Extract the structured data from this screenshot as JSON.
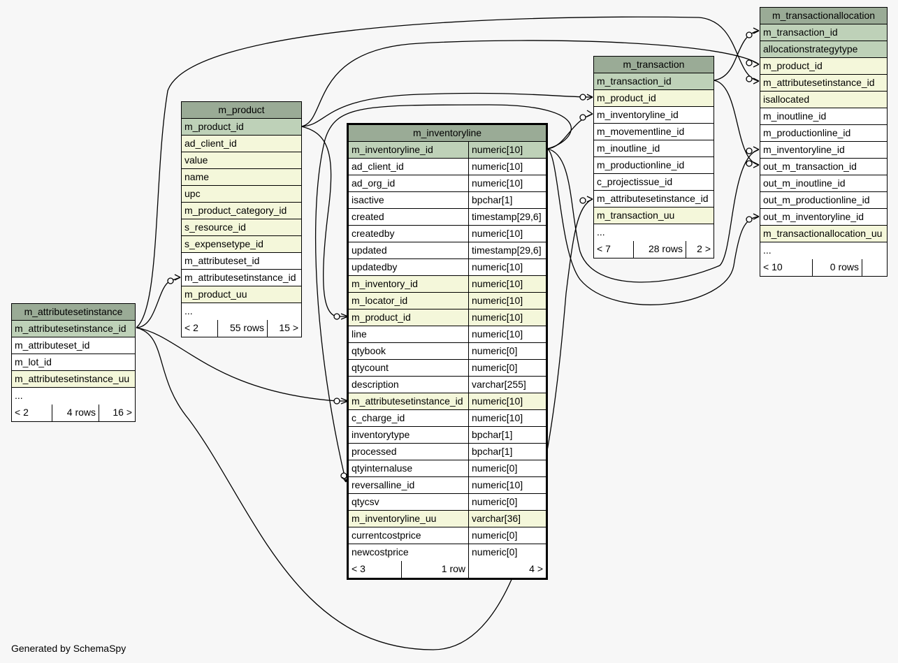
{
  "generated_by": "Generated by SchemaSpy",
  "colors": {
    "title": "#9aab96",
    "primary_key": "#bed1b8",
    "foreign_key": "#f4f7da",
    "background": "#f7f7f7"
  },
  "tables": {
    "m_attributesetinstance": {
      "title": "m_attributesetinstance",
      "columns": [
        {
          "name": "m_attributesetinstance_id",
          "kind": "pk"
        },
        {
          "name": "m_attributeset_id",
          "kind": "plain"
        },
        {
          "name": "m_lot_id",
          "kind": "plain"
        },
        {
          "name": "m_attributesetinstance_uu",
          "kind": "fk"
        },
        {
          "name": "...",
          "kind": "plain"
        }
      ],
      "footer": {
        "parents": "< 2",
        "rows": "4 rows",
        "children": "16 >"
      }
    },
    "m_product": {
      "title": "m_product",
      "columns": [
        {
          "name": "m_product_id",
          "kind": "pk"
        },
        {
          "name": "ad_client_id",
          "kind": "fk"
        },
        {
          "name": "value",
          "kind": "fk"
        },
        {
          "name": "name",
          "kind": "fk"
        },
        {
          "name": "upc",
          "kind": "fk"
        },
        {
          "name": "m_product_category_id",
          "kind": "fk"
        },
        {
          "name": "s_resource_id",
          "kind": "fk"
        },
        {
          "name": "s_expensetype_id",
          "kind": "fk"
        },
        {
          "name": "m_attributeset_id",
          "kind": "plain"
        },
        {
          "name": "m_attributesetinstance_id",
          "kind": "plain"
        },
        {
          "name": "m_product_uu",
          "kind": "fk"
        },
        {
          "name": "...",
          "kind": "plain"
        }
      ],
      "footer": {
        "parents": "< 2",
        "rows": "55 rows",
        "children": "15 >"
      }
    },
    "m_inventoryline": {
      "title": "m_inventoryline",
      "columns": [
        {
          "name": "m_inventoryline_id",
          "type": "numeric[10]",
          "kind": "pk"
        },
        {
          "name": "ad_client_id",
          "type": "numeric[10]",
          "kind": "plain"
        },
        {
          "name": "ad_org_id",
          "type": "numeric[10]",
          "kind": "plain"
        },
        {
          "name": "isactive",
          "type": "bpchar[1]",
          "kind": "plain"
        },
        {
          "name": "created",
          "type": "timestamp[29,6]",
          "kind": "plain"
        },
        {
          "name": "createdby",
          "type": "numeric[10]",
          "kind": "plain"
        },
        {
          "name": "updated",
          "type": "timestamp[29,6]",
          "kind": "plain"
        },
        {
          "name": "updatedby",
          "type": "numeric[10]",
          "kind": "plain"
        },
        {
          "name": "m_inventory_id",
          "type": "numeric[10]",
          "kind": "fk"
        },
        {
          "name": "m_locator_id",
          "type": "numeric[10]",
          "kind": "fk"
        },
        {
          "name": "m_product_id",
          "type": "numeric[10]",
          "kind": "fk"
        },
        {
          "name": "line",
          "type": "numeric[10]",
          "kind": "plain"
        },
        {
          "name": "qtybook",
          "type": "numeric[0]",
          "kind": "plain"
        },
        {
          "name": "qtycount",
          "type": "numeric[0]",
          "kind": "plain"
        },
        {
          "name": "description",
          "type": "varchar[255]",
          "kind": "plain"
        },
        {
          "name": "m_attributesetinstance_id",
          "type": "numeric[10]",
          "kind": "fk"
        },
        {
          "name": "c_charge_id",
          "type": "numeric[10]",
          "kind": "plain"
        },
        {
          "name": "inventorytype",
          "type": "bpchar[1]",
          "kind": "plain"
        },
        {
          "name": "processed",
          "type": "bpchar[1]",
          "kind": "plain"
        },
        {
          "name": "qtyinternaluse",
          "type": "numeric[0]",
          "kind": "plain"
        },
        {
          "name": "reversalline_id",
          "type": "numeric[10]",
          "kind": "plain"
        },
        {
          "name": "qtycsv",
          "type": "numeric[0]",
          "kind": "plain"
        },
        {
          "name": "m_inventoryline_uu",
          "type": "varchar[36]",
          "kind": "fk"
        },
        {
          "name": "currentcostprice",
          "type": "numeric[0]",
          "kind": "plain"
        },
        {
          "name": "newcostprice",
          "type": "numeric[0]",
          "kind": "plain"
        }
      ],
      "footer": {
        "parents": "< 3",
        "rows": "1 row",
        "children": "4 >"
      }
    },
    "m_transaction": {
      "title": "m_transaction",
      "columns": [
        {
          "name": "m_transaction_id",
          "kind": "pk"
        },
        {
          "name": "m_product_id",
          "kind": "fk"
        },
        {
          "name": "m_inventoryline_id",
          "kind": "plain"
        },
        {
          "name": "m_movementline_id",
          "kind": "plain"
        },
        {
          "name": "m_inoutline_id",
          "kind": "plain"
        },
        {
          "name": "m_productionline_id",
          "kind": "plain"
        },
        {
          "name": "c_projectissue_id",
          "kind": "plain"
        },
        {
          "name": "m_attributesetinstance_id",
          "kind": "plain"
        },
        {
          "name": "m_transaction_uu",
          "kind": "fk"
        },
        {
          "name": "...",
          "kind": "plain"
        }
      ],
      "footer": {
        "parents": "< 7",
        "rows": "28 rows",
        "children": "2 >"
      }
    },
    "m_transactionallocation": {
      "title": "m_transactionallocation",
      "columns": [
        {
          "name": "m_transaction_id",
          "kind": "pk"
        },
        {
          "name": "allocationstrategytype",
          "kind": "pk"
        },
        {
          "name": "m_product_id",
          "kind": "fk"
        },
        {
          "name": "m_attributesetinstance_id",
          "kind": "fk"
        },
        {
          "name": "isallocated",
          "kind": "fk"
        },
        {
          "name": "m_inoutline_id",
          "kind": "plain"
        },
        {
          "name": "m_productionline_id",
          "kind": "plain"
        },
        {
          "name": "m_inventoryline_id",
          "kind": "plain"
        },
        {
          "name": "out_m_transaction_id",
          "kind": "plain"
        },
        {
          "name": "out_m_inoutline_id",
          "kind": "plain"
        },
        {
          "name": "out_m_productionline_id",
          "kind": "plain"
        },
        {
          "name": "out_m_inventoryline_id",
          "kind": "plain"
        },
        {
          "name": "m_transactionallocation_uu",
          "kind": "fk"
        },
        {
          "name": "...",
          "kind": "plain"
        }
      ],
      "footer": {
        "parents": "< 10",
        "rows": "0 rows",
        "children": ""
      }
    }
  }
}
